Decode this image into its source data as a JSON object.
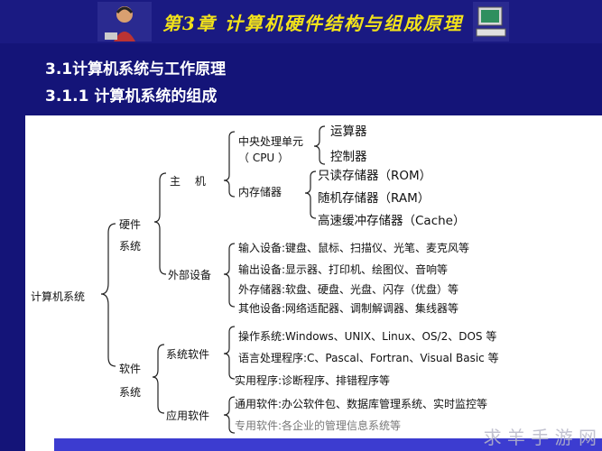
{
  "header": {
    "title": "第3章 计算机硬件结构与组成原理"
  },
  "section": {
    "heading1": "3.1计算机系统与工作原理",
    "heading2": "3.1.1 计算机系统的组成"
  },
  "tree": {
    "root": "计算机系统",
    "hardware": {
      "line1": "硬件",
      "line2": "系统"
    },
    "host": "主　 机",
    "cpu": {
      "line1": "中央处理单元",
      "line2": "（ CPU ）"
    },
    "alu": "运算器",
    "controller": "控制器",
    "memory": "内存储器",
    "rom": "只读存储器（ROM）",
    "ram": "随机存储器（RAM）",
    "cache": "高速缓冲存储器（Cache）",
    "peripherals": "外部设备",
    "input": "输入设备:键盘、鼠标、扫描仪、光笔、麦克风等",
    "output": "输出设备:显示器、打印机、绘图仪、音响等",
    "external_storage": "外存储器:软盘、硬盘、光盘、闪存（优盘）等",
    "other": "其他设备:网络适配器、调制解调器、集线器等",
    "software": {
      "line1": "软件",
      "line2": "系统"
    },
    "system_software": "系统软件",
    "os": "操作系统:Windows、UNIX、Linux、OS/2、DOS 等",
    "lang": "语言处理程序:C、Pascal、Fortran、Visual Basic 等",
    "utility": "实用程序:诊断程序、排错程序等",
    "app_software": "应用软件",
    "general": "通用软件:办公软件包、数据库管理系统、实时监控等",
    "special": "专用软件:各企业的管理信息系统等"
  },
  "watermark": "求 羊 手 游 网"
}
